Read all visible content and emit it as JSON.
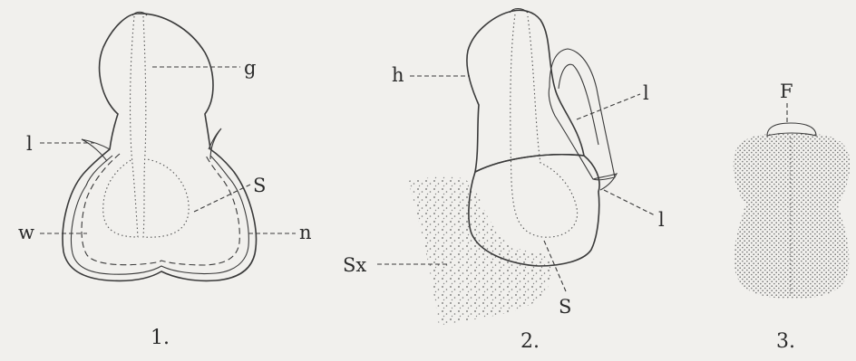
{
  "figures": [
    {
      "number": "1.",
      "labels": {
        "g": "g",
        "l": "l",
        "S": "S",
        "w": "w",
        "n": "n"
      }
    },
    {
      "number": "2.",
      "labels": {
        "h": "h",
        "l_upper": "l",
        "l_lower": "l",
        "S": "S",
        "Sx": "Sx"
      }
    },
    {
      "number": "3.",
      "labels": {
        "F": "F"
      }
    }
  ],
  "colors": {
    "background": "#f1f0ed",
    "ink": "#3a3a3a"
  }
}
